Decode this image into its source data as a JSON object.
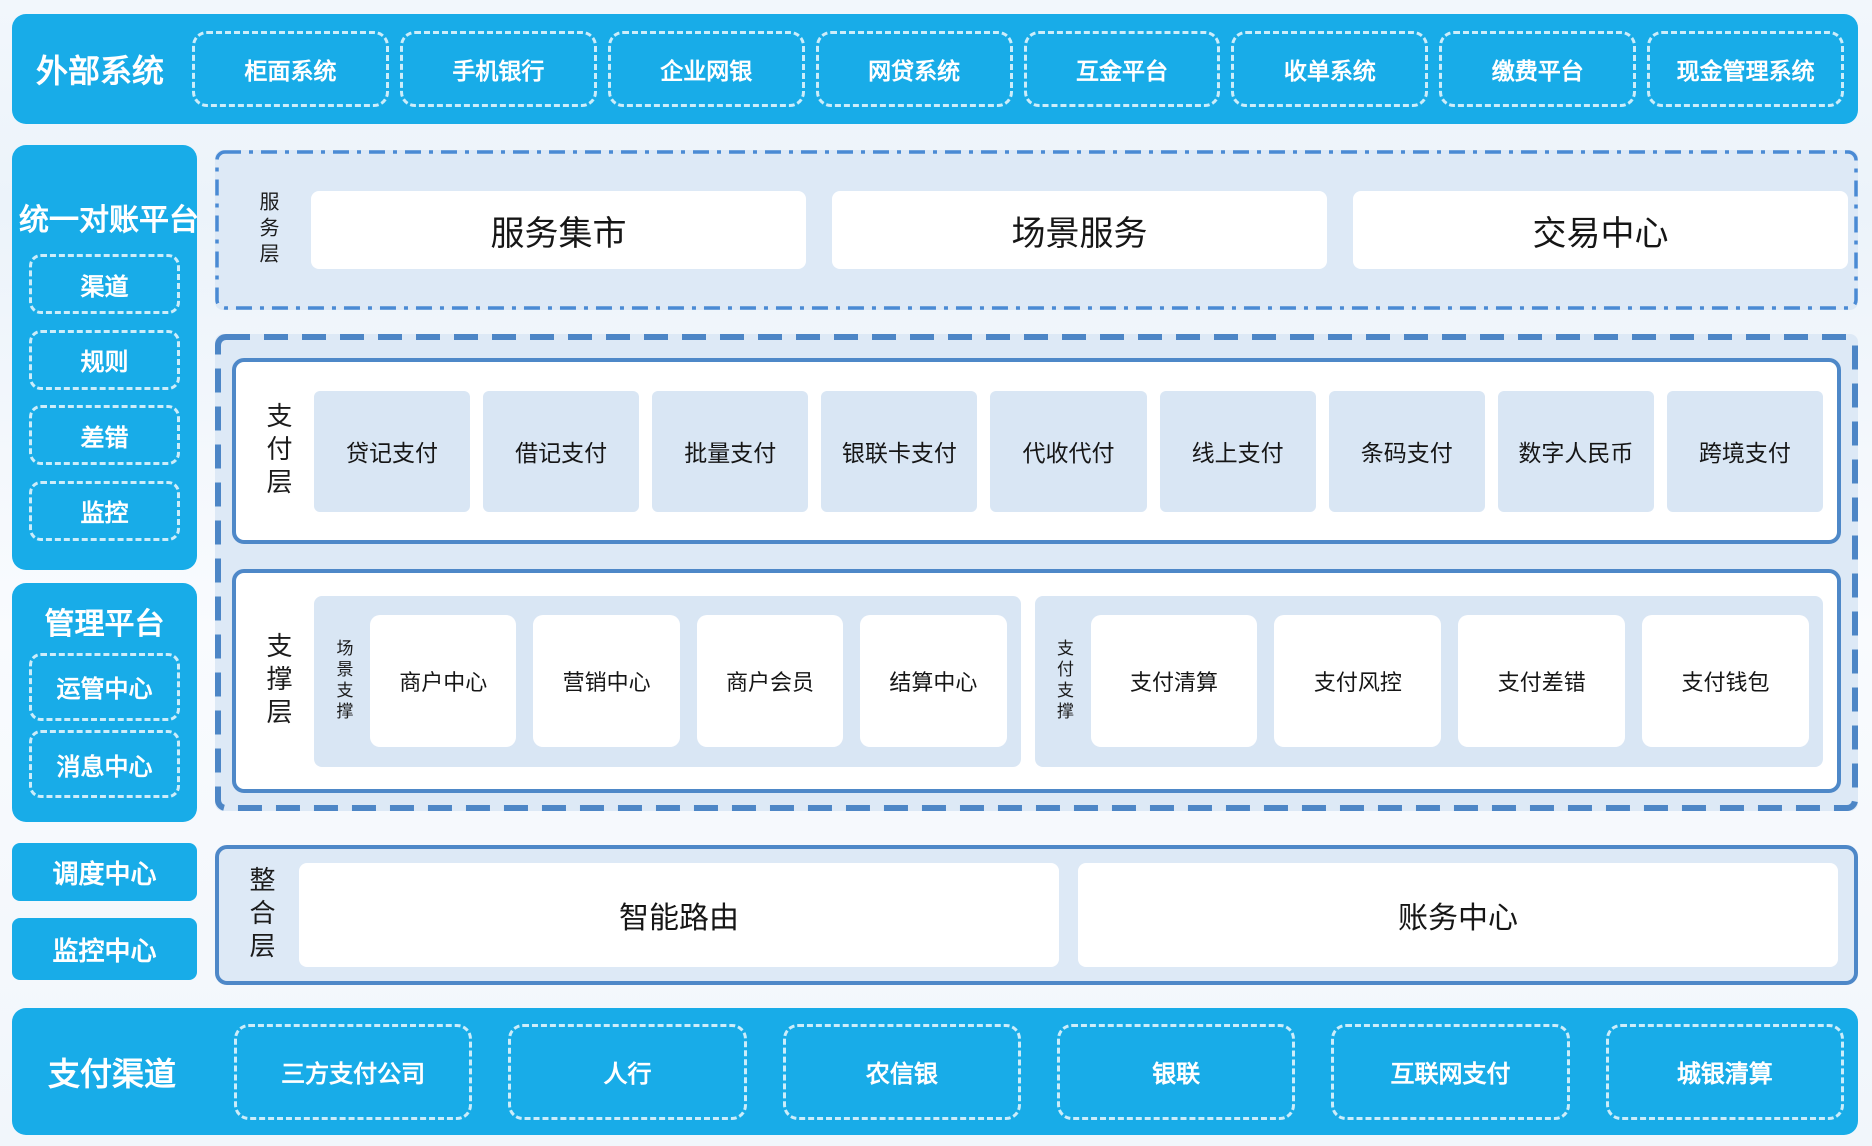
{
  "colors": {
    "primary_blue": "#18ACE8",
    "panel_light_blue": "#DDE9F6",
    "item_light_blue": "#D9E6F4",
    "border_blue": "#4E88C8",
    "dashed_border_blue": "#4D86C6",
    "text_dark": "#1B1B1B",
    "white": "#FFFFFF"
  },
  "external_systems": {
    "label": "外部系统",
    "items": [
      "柜面系统",
      "手机银行",
      "企业网银",
      "网贷系统",
      "互金平台",
      "收单系统",
      "缴费平台",
      "现金管理系统"
    ]
  },
  "reconciliation_platform": {
    "title": "统一对账平台",
    "items": [
      "渠道",
      "规则",
      "差错",
      "监控"
    ]
  },
  "management_platform": {
    "title": "管理平台",
    "items": [
      "运管中心",
      "消息中心"
    ]
  },
  "side_boxes": [
    "调度中心",
    "监控中心"
  ],
  "service_layer": {
    "label": "服务层",
    "items": [
      "服务集市",
      "场景服务",
      "交易中心"
    ]
  },
  "payment_layer": {
    "label": "支付层",
    "items": [
      "贷记支付",
      "借记支付",
      "批量支付",
      "银联卡支付",
      "代收代付",
      "线上支付",
      "条码支付",
      "数字人民币",
      "跨境支付"
    ]
  },
  "support_layer": {
    "label": "支撑层",
    "groups": [
      {
        "label": "场景支撑",
        "items": [
          "商户中心",
          "营销中心",
          "商户会员",
          "结算中心"
        ]
      },
      {
        "label": "支付支撑",
        "items": [
          "支付清算",
          "支付风控",
          "支付差错",
          "支付钱包"
        ]
      }
    ]
  },
  "integration_layer": {
    "label": "整合层",
    "items": [
      "智能路由",
      "账务中心"
    ]
  },
  "payment_channels": {
    "label": "支付渠道",
    "items": [
      "三方支付公司",
      "人行",
      "农信银",
      "银联",
      "互联网支付",
      "城银清算"
    ]
  }
}
